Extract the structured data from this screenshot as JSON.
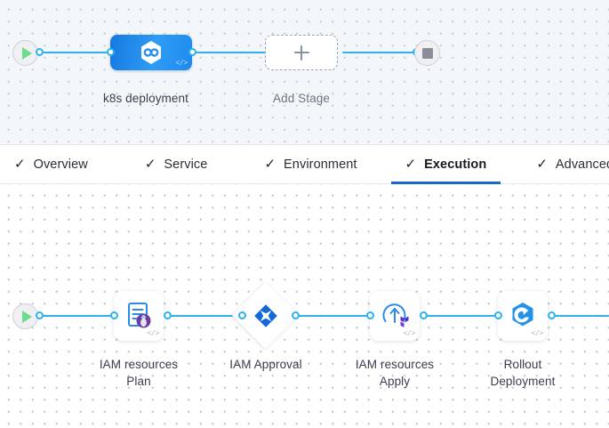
{
  "top_pipeline": {
    "start_node": {
      "name": "start-node",
      "icon": "play-icon"
    },
    "end_node": {
      "name": "end-node",
      "icon": "stop-icon"
    },
    "stages": [
      {
        "id": "k8s",
        "label": "k8s deployment",
        "icon": "harness-hexagon-icon",
        "code_tag": "</>"
      },
      {
        "id": "add",
        "label": "Add Stage",
        "icon": "plus-icon"
      }
    ]
  },
  "tabs": {
    "check_glyph": "✓",
    "items": [
      {
        "label": "Overview",
        "active": false
      },
      {
        "label": "Service",
        "active": false
      },
      {
        "label": "Environment",
        "active": false
      },
      {
        "label": "Execution",
        "active": true
      },
      {
        "label": "Advanced",
        "active": false
      }
    ],
    "active_underline_color": "#1a66c9"
  },
  "execution_pipeline": {
    "start_node": {
      "name": "start-node",
      "icon": "play-icon"
    },
    "steps": [
      {
        "id": "plan",
        "label_line1": "IAM resources",
        "label_line2": "Plan",
        "icon": "terraform-plan-icon",
        "shape": "rounded",
        "code_tag": "</>"
      },
      {
        "id": "approval",
        "label_line1": "IAM Approval",
        "label_line2": "",
        "icon": "approval-clover-icon",
        "shape": "diamond",
        "code_tag": ""
      },
      {
        "id": "apply",
        "label_line1": "IAM resources",
        "label_line2": "Apply",
        "icon": "terraform-apply-icon",
        "shape": "rounded",
        "code_tag": "</>"
      },
      {
        "id": "rollout",
        "label_line1": "Rollout",
        "label_line2": "Deployment",
        "icon": "rollout-hexagon-icon",
        "shape": "rounded",
        "code_tag": "</>"
      }
    ]
  },
  "colors": {
    "edge": "#33b0ec",
    "connector_dot": "#2ab3f0",
    "stage_blue": "#1e8aee",
    "terraform_purple": "#6b3fa0",
    "approval_blue": "#1268d8",
    "play_green": "#6ddc8a",
    "stop_gray": "#8b8d9b",
    "canvas_top_bg": "#f4f7fa",
    "canvas_bottom_bg": "#ffffff"
  }
}
